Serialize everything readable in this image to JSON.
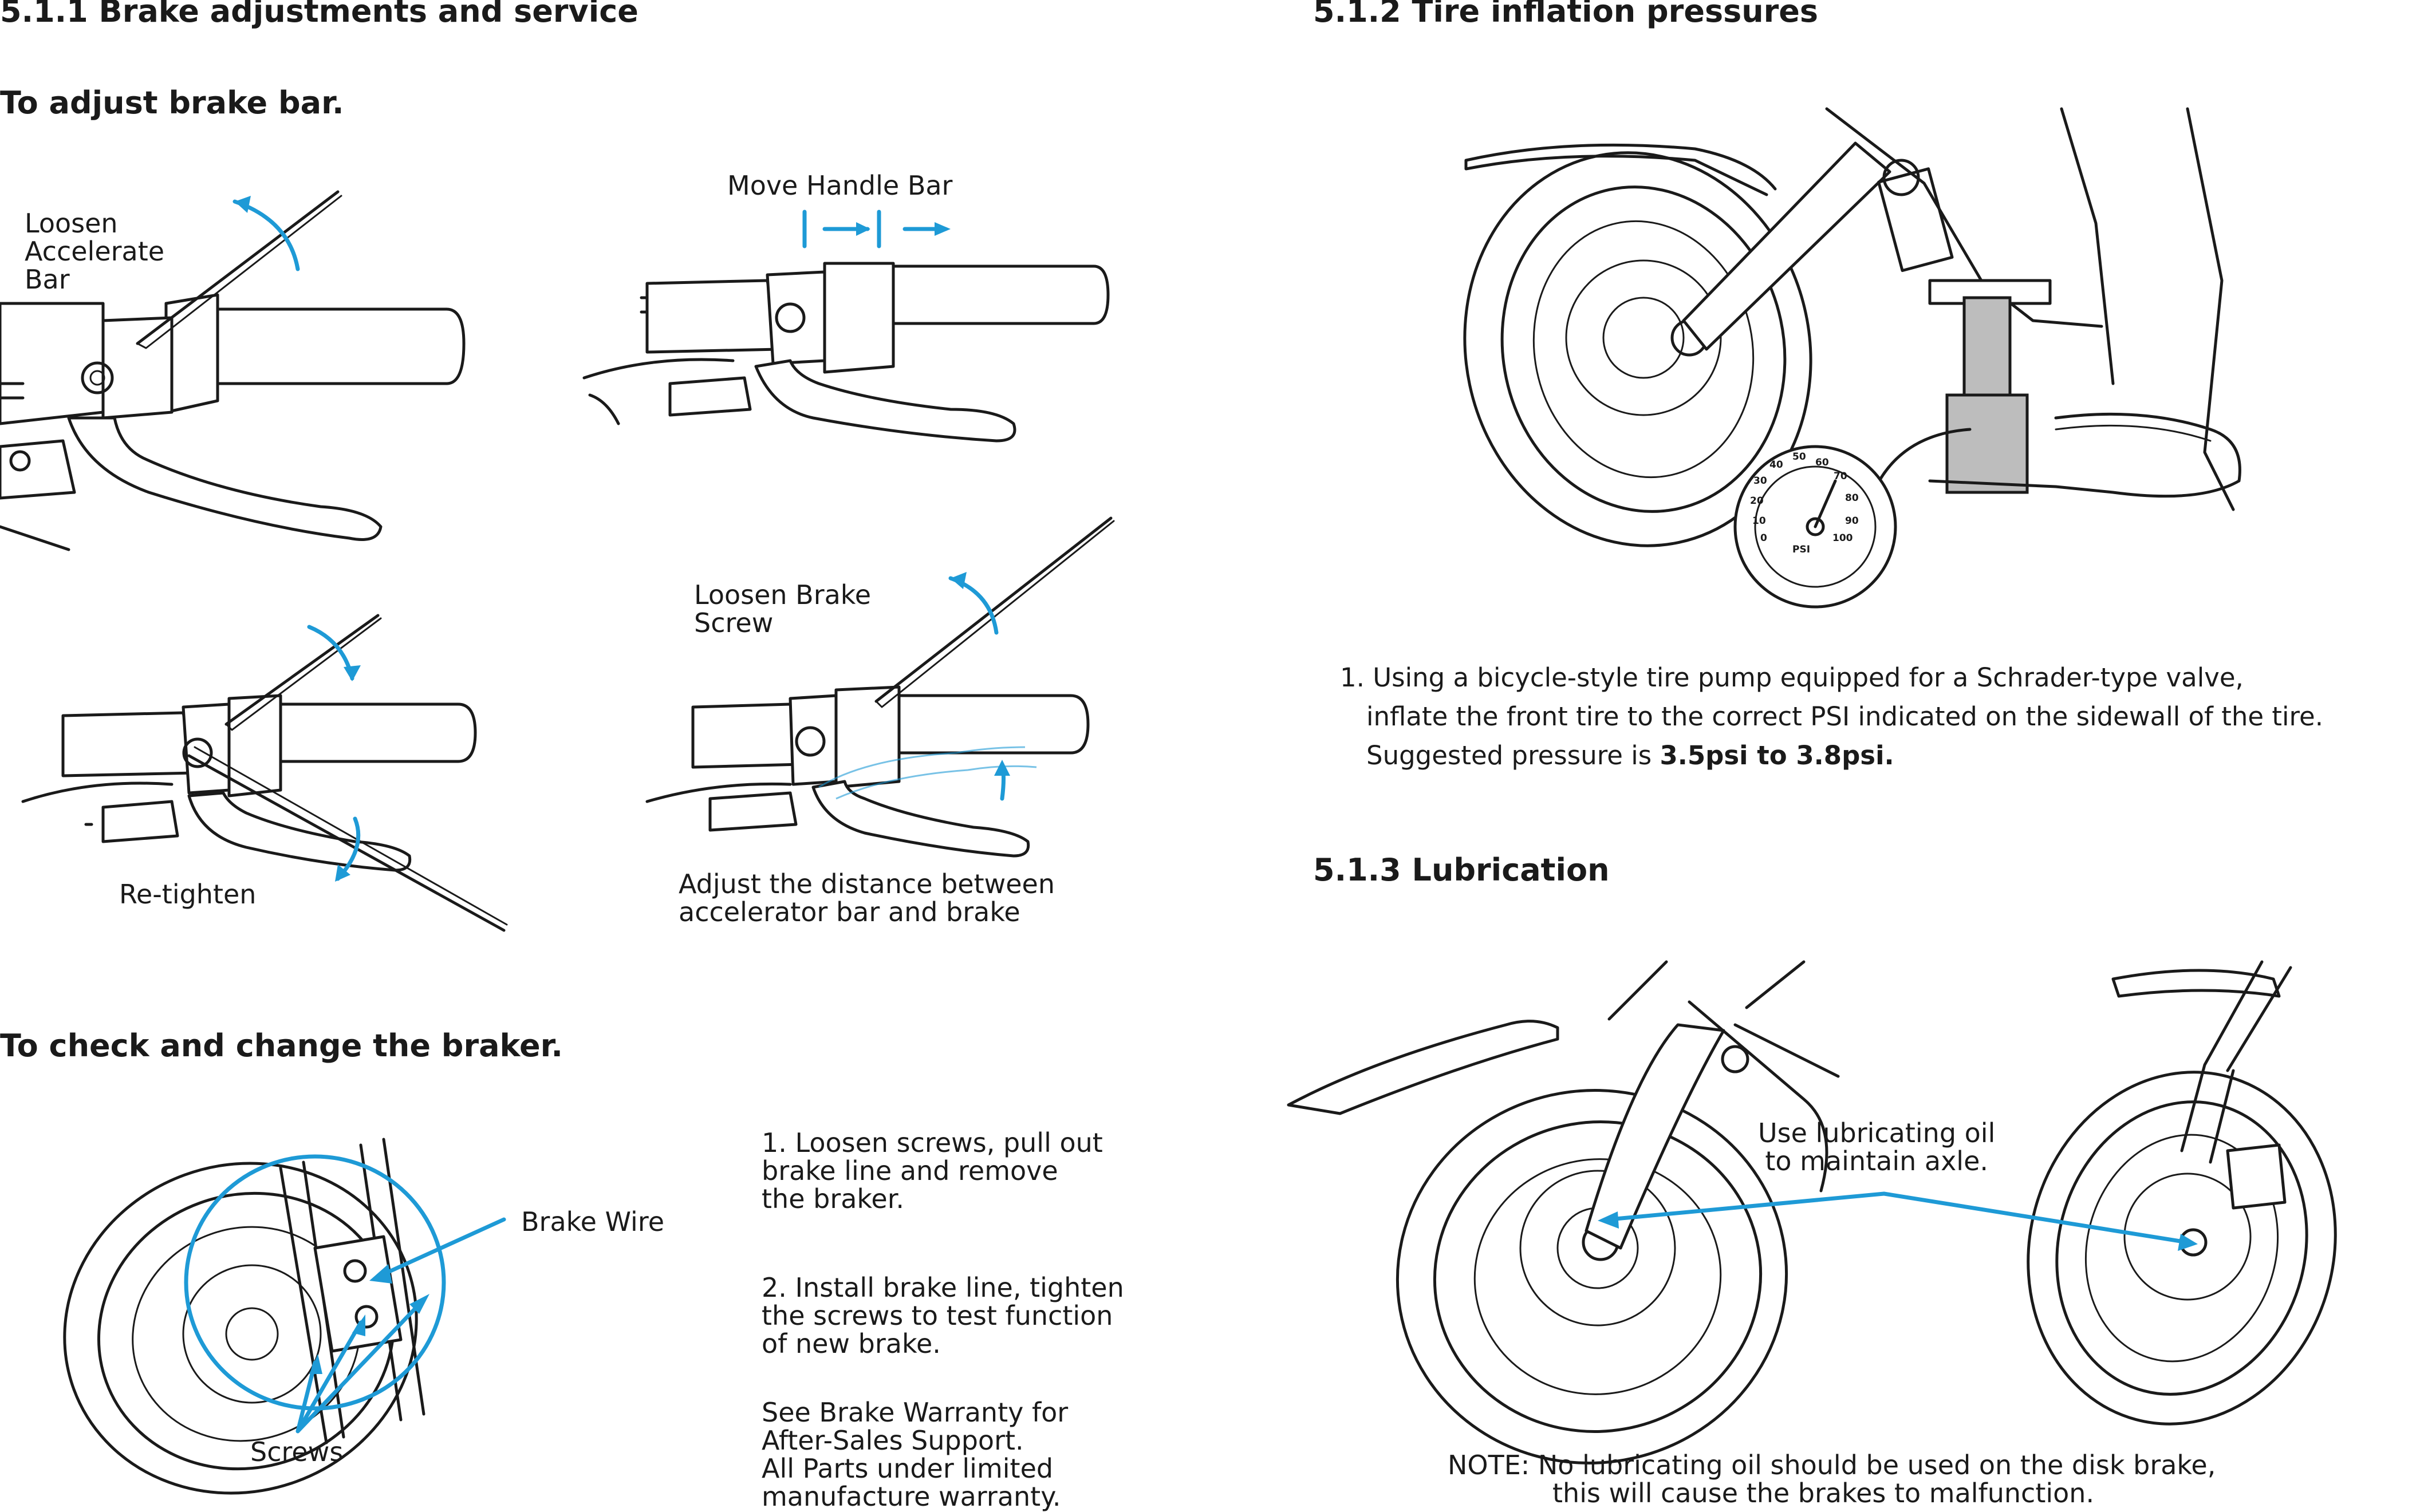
{
  "brake": {
    "title": "5.1.1 Brake adjustments and service",
    "adjust_title": "To adjust brake bar.",
    "labels": {
      "loosen_accel": [
        "Loosen",
        "Accelerate",
        "Bar"
      ],
      "move_handle": "Move Handle Bar",
      "loosen_brake": [
        "Loosen Brake",
        "Screw"
      ],
      "retighten": "Re-tighten",
      "adjust_distance": [
        "Adjust the distance between",
        "accelerator bar and brake"
      ]
    },
    "check_title": "To check and change the braker.",
    "check_labels": {
      "brake_wire": "Brake Wire",
      "screws": "Screws"
    },
    "steps": [
      [
        "1. Loosen screws, pull out",
        "brake line and remove",
        "the braker."
      ],
      [
        "2.  Install brake line, tighten",
        "the screws to test function",
        "of new brake."
      ],
      [
        "See Brake Warranty for",
        "After-Sales Support.",
        "All Parts under limited",
        "manufacture warranty."
      ]
    ]
  },
  "tire": {
    "title": "5.1.2 Tire inflation pressures",
    "gauge_unit": "PSI",
    "gauge_ticks": [
      "0",
      "10",
      "20",
      "30",
      "40",
      "50",
      "60",
      "70",
      "80",
      "90",
      "100"
    ],
    "step_line1": "1. Using a bicycle-style tire pump equipped for a Schrader-type valve,",
    "step_line2": "inflate the front tire to the correct PSI indicated on the sidewall of the tire.",
    "step_line3_prefix": "Suggested pressure is ",
    "step_line3_bold": "3.5psi to 3.8psi."
  },
  "lube": {
    "title": "5.1.3 Lubrication",
    "label": [
      "Use lubricating oil",
      "to maintain axle."
    ],
    "note_line1": "NOTE: No lubricating oil should be used on the disk brake,",
    "note_line2": "this will cause the brakes to malfunction."
  },
  "colors": {
    "accent": "#1e9ad6",
    "ink": "#1a1a1a",
    "pump_grey": "#bdbdbd"
  }
}
